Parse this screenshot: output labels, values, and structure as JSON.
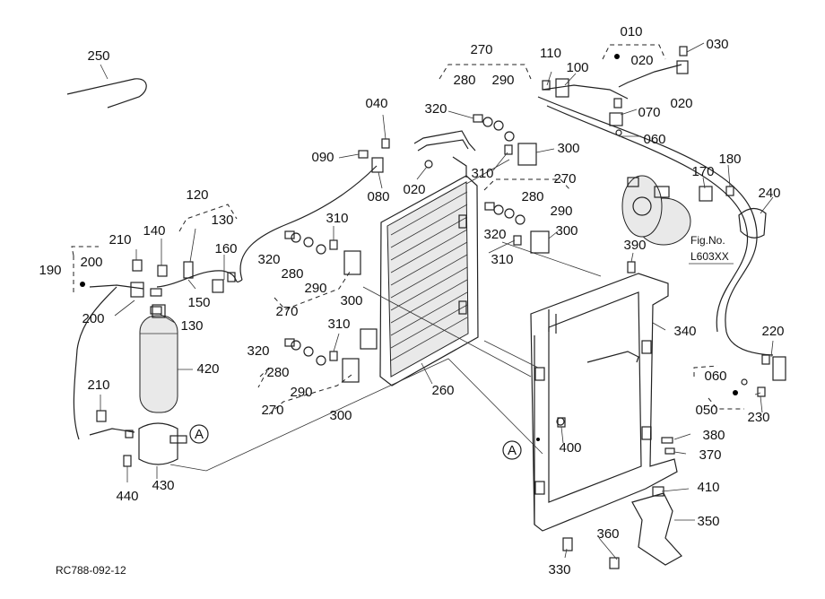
{
  "callouts": [
    {
      "id": "c250",
      "text": "250"
    },
    {
      "id": "c270t",
      "text": "270"
    },
    {
      "id": "c280t",
      "text": "280"
    },
    {
      "id": "c290t",
      "text": "290"
    },
    {
      "id": "c110",
      "text": "110"
    },
    {
      "id": "c100",
      "text": "100"
    },
    {
      "id": "c010",
      "text": "010"
    },
    {
      "id": "c020a",
      "text": "020"
    },
    {
      "id": "c030",
      "text": "030"
    },
    {
      "id": "c070",
      "text": "070"
    },
    {
      "id": "c020b",
      "text": "020"
    },
    {
      "id": "c060a",
      "text": "060"
    },
    {
      "id": "c320a",
      "text": "320"
    },
    {
      "id": "c040",
      "text": "040"
    },
    {
      "id": "c090",
      "text": "090"
    },
    {
      "id": "c020c",
      "text": "020"
    },
    {
      "id": "c080",
      "text": "080"
    },
    {
      "id": "c300a",
      "text": "300"
    },
    {
      "id": "c310a",
      "text": "310"
    },
    {
      "id": "c270b",
      "text": "270"
    },
    {
      "id": "c280b",
      "text": "280"
    },
    {
      "id": "c290b",
      "text": "290"
    },
    {
      "id": "c320b",
      "text": "320"
    },
    {
      "id": "c300b",
      "text": "300"
    },
    {
      "id": "c310b",
      "text": "310"
    },
    {
      "id": "c170",
      "text": "170"
    },
    {
      "id": "c180",
      "text": "180"
    },
    {
      "id": "c240",
      "text": "240"
    },
    {
      "id": "c120",
      "text": "120"
    },
    {
      "id": "c130a",
      "text": "130"
    },
    {
      "id": "c210a",
      "text": "210"
    },
    {
      "id": "c140",
      "text": "140"
    },
    {
      "id": "c160",
      "text": "160"
    },
    {
      "id": "c190",
      "text": "190"
    },
    {
      "id": "c200a",
      "text": "200"
    },
    {
      "id": "c150",
      "text": "150"
    },
    {
      "id": "c200b",
      "text": "200"
    },
    {
      "id": "c130b",
      "text": "130"
    },
    {
      "id": "c310c",
      "text": "310"
    },
    {
      "id": "c320c",
      "text": "320"
    },
    {
      "id": "c280c",
      "text": "280"
    },
    {
      "id": "c290c",
      "text": "290"
    },
    {
      "id": "c270c",
      "text": "270"
    },
    {
      "id": "c300c",
      "text": "300"
    },
    {
      "id": "c390",
      "text": "390"
    },
    {
      "id": "c340",
      "text": "340"
    },
    {
      "id": "c420",
      "text": "420"
    },
    {
      "id": "c310d",
      "text": "310"
    },
    {
      "id": "c320d",
      "text": "320"
    },
    {
      "id": "c280d",
      "text": "280"
    },
    {
      "id": "c290d",
      "text": "290"
    },
    {
      "id": "c270d",
      "text": "270"
    },
    {
      "id": "c300d",
      "text": "300"
    },
    {
      "id": "c260",
      "text": "260"
    },
    {
      "id": "c220",
      "text": "220"
    },
    {
      "id": "c060b",
      "text": "060"
    },
    {
      "id": "c050",
      "text": "050"
    },
    {
      "id": "c230",
      "text": "230"
    },
    {
      "id": "c210b",
      "text": "210"
    },
    {
      "id": "c380",
      "text": "380"
    },
    {
      "id": "c370",
      "text": "370"
    },
    {
      "id": "c400",
      "text": "400"
    },
    {
      "id": "c440",
      "text": "440"
    },
    {
      "id": "c430",
      "text": "430"
    },
    {
      "id": "c410",
      "text": "410"
    },
    {
      "id": "c350",
      "text": "350"
    },
    {
      "id": "c360",
      "text": "360"
    },
    {
      "id": "c330",
      "text": "330"
    }
  ],
  "ref_marks": {
    "a1": "A",
    "a2": "A"
  },
  "fig_ref": {
    "label": "Fig.No.",
    "number": "L603XX"
  },
  "drawing_code": "RC788-092-12"
}
